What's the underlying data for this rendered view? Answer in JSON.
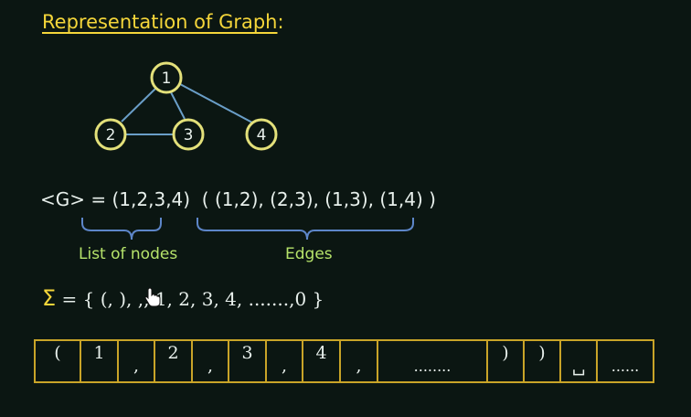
{
  "title": "Representation of Graph",
  "title_colon": ":",
  "graph": {
    "nodes": [
      "1",
      "2",
      "3",
      "4"
    ],
    "edges": [
      [
        "1",
        "2"
      ],
      [
        "2",
        "3"
      ],
      [
        "1",
        "3"
      ],
      [
        "1",
        "4"
      ]
    ]
  },
  "encoding": {
    "lhs": "<G> = ",
    "node_list": "(1,2,3,4)",
    "edge_list": "( (1,2), (2,3), (1,3), (1,4) )",
    "node_brace_label": "List of nodes",
    "edge_brace_label": "Edges"
  },
  "alphabet": {
    "sigma": "Σ",
    "text": " = { (, ), ,, 1, 2, 3, 4, .......,0 }"
  },
  "tape": {
    "cells": [
      "(",
      "1",
      ",",
      "2",
      ",",
      "3",
      ",",
      "4",
      ",",
      "........",
      ")",
      ")",
      "␣",
      "......"
    ]
  },
  "colors": {
    "title": "#f5d63a",
    "node_ring": "#e3e07a",
    "edge": "#6a9ec8",
    "brace": "#5d86c9",
    "green_label": "#b6e36a",
    "tape_border": "#c9a428"
  },
  "icons": [
    "hand-cursor-icon"
  ]
}
